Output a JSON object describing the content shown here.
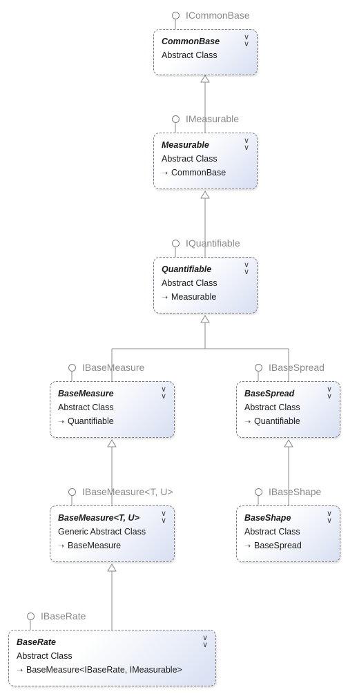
{
  "classes": [
    {
      "name": "CommonBase",
      "kind": "Abstract Class",
      "base": "",
      "interface": "ICommonBase"
    },
    {
      "name": "Measurable",
      "kind": "Abstract Class",
      "base": "CommonBase",
      "interface": "IMeasurable"
    },
    {
      "name": "Quantifiable",
      "kind": "Abstract Class",
      "base": "Measurable",
      "interface": "IQuantifiable"
    },
    {
      "name": "BaseMeasure",
      "kind": "Abstract Class",
      "base": "Quantifiable",
      "interface": "IBaseMeasure"
    },
    {
      "name": "BaseSpread",
      "kind": "Abstract Class",
      "base": "Quantifiable",
      "interface": "IBaseSpread"
    },
    {
      "name": "BaseMeasure<T, U>",
      "kind": "Generic Abstract Class",
      "base": "BaseMeasure",
      "interface": "IBaseMeasure<T, U>"
    },
    {
      "name": "BaseShape",
      "kind": "Abstract Class",
      "base": "BaseSpread",
      "interface": "IBaseShape"
    },
    {
      "name": "BaseRate",
      "kind": "Abstract Class",
      "base": "BaseMeasure<IBaseRate, IMeasurable>",
      "interface": "IBaseRate"
    }
  ],
  "icons": {
    "collapse": "double-chevron-down-icon",
    "inherits": "inheritance-arrow-icon",
    "interface": "lollipop-interface-icon"
  },
  "colors": {
    "box_gradient_end": "#d7dff2",
    "border": "#7a7a7a",
    "connector": "#888888",
    "interface_label": "#8a8a8a"
  }
}
